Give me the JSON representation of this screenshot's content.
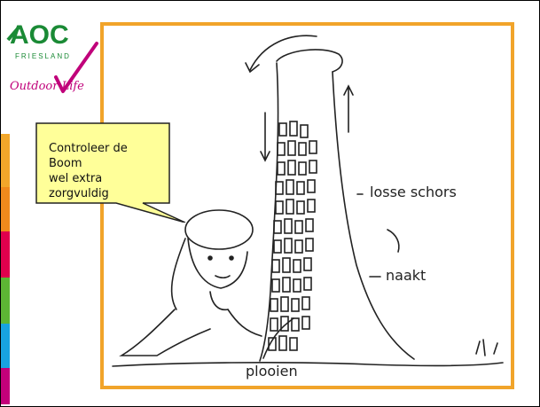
{
  "logo": {
    "brand": "AOC",
    "region": "FRIESLAND",
    "tagline": "Outdoor Life"
  },
  "stripes": [
    "#f2a72a",
    "#f08a1c",
    "#e0004d",
    "#5db534",
    "#18a3e0",
    "#c4007a"
  ],
  "accent_color": "#f1a42a",
  "callout": {
    "lines": [
      "Controleer de",
      "Boom",
      "wel extra",
      "zorgvuldig"
    ],
    "fill": "#ffff99"
  },
  "annotations": {
    "loose_bark": "losse schors",
    "bare": "naakt",
    "folds": "plooien"
  }
}
